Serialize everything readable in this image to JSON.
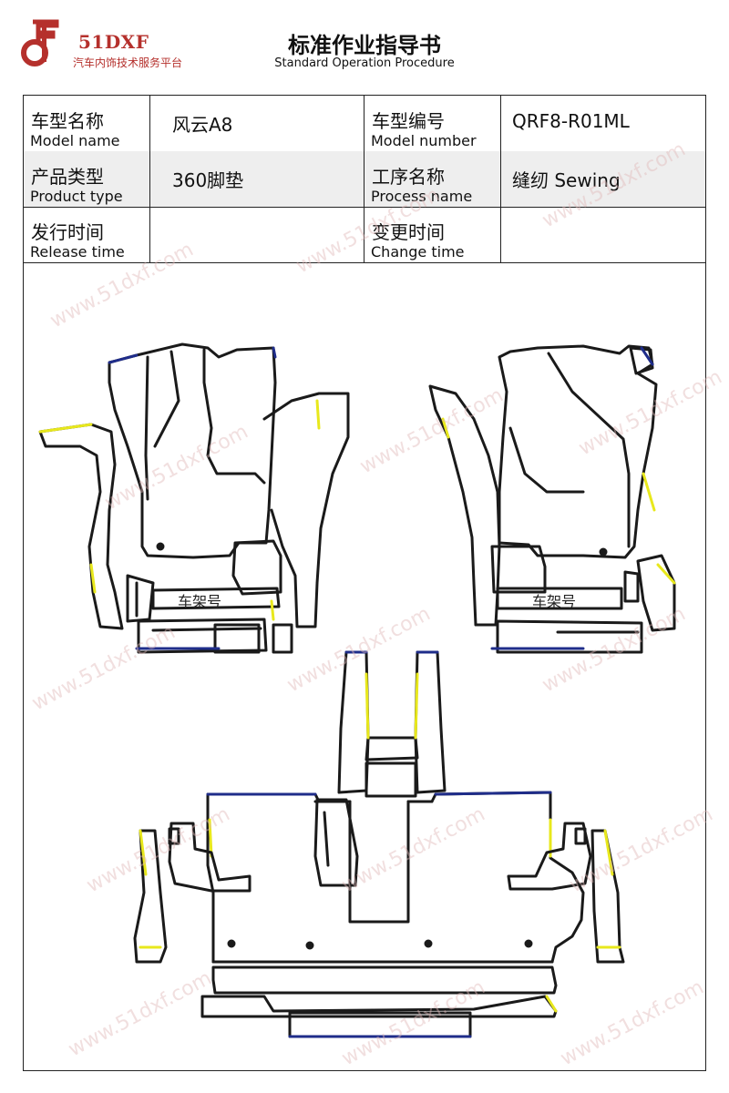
{
  "header": {
    "brand": "51DXF",
    "tagline": "汽车内饰技术服务平台",
    "title_cn": "标准作业指导书",
    "title_en": "Standard Operation Procedure"
  },
  "info_table": {
    "rows": [
      {
        "label1_cn": "车型名称",
        "label1_en": "Model name",
        "value1": "风云A8",
        "label2_cn": "车型编号",
        "label2_en": "Model number",
        "value2": "QRF8-R01ML"
      },
      {
        "label1_cn": "产品类型",
        "label1_en": "Product type",
        "value1": "360脚垫",
        "label2_cn": "工序名称",
        "label2_en": "Process name",
        "value2": "缝纫 Sewing"
      },
      {
        "label1_cn": "发行时间",
        "label1_en": "Release time",
        "value1": "",
        "label2_cn": "变更时间",
        "label2_en": "Change time",
        "value2": ""
      }
    ]
  },
  "diagram": {
    "plate_label_left": "车架号",
    "plate_label_right": "车架号",
    "colors": {
      "outline": "#1a1a1a",
      "edge_blue": "#1f2d8a",
      "edge_yellow": "#e8e81c",
      "brand": "#b5302c"
    }
  },
  "watermark": "www.51dxf.com"
}
